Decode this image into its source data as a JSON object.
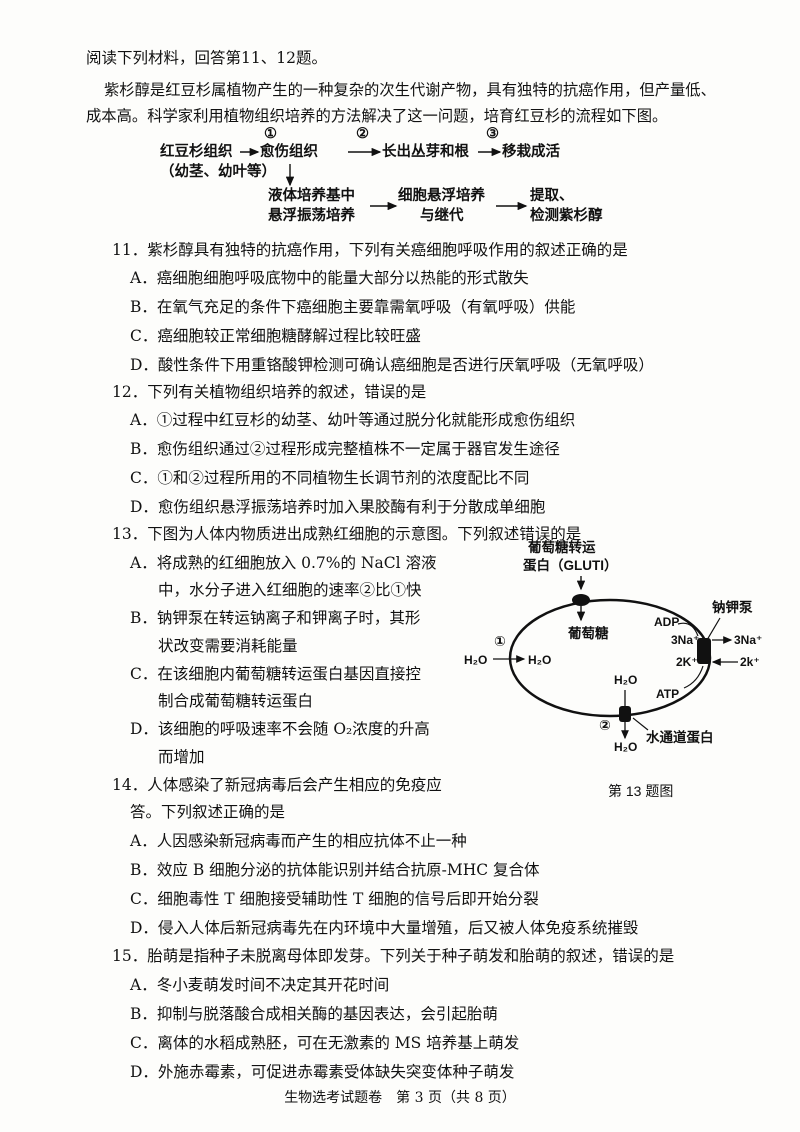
{
  "intro": "阅读下列材料，回答第11、12题。",
  "material": [
    "紫杉醇是红豆杉属植物产生的一种复杂的次生代谢产物，具有独特的抗癌作用，但产量低、",
    "成本高。科学家利用植物组织培养的方法解决了这一问题，培育红豆杉的流程如下图。"
  ],
  "flow": {
    "start": "红豆杉组织",
    "start_sub": "（幼茎、幼叶等）",
    "step1": "①",
    "step2": "②",
    "step3": "③",
    "callus": "愈伤组织",
    "shoots": "长出丛芽和根",
    "transplant": "移栽成活",
    "liquid1": "液体培养基中",
    "liquid2": "悬浮振荡培养",
    "cells1": "细胞悬浮培养",
    "cells2": "与继代",
    "extract1": "提取、",
    "extract2": "检测紫杉醇"
  },
  "q11": {
    "stem": "11．紫杉醇具有独特的抗癌作用，下列有关癌细胞呼吸作用的叙述正确的是",
    "A": "A．癌细胞细胞呼吸底物中的能量大部分以热能的形式散失",
    "B": "B．在氧气充足的条件下癌细胞主要靠需氧呼吸（有氧呼吸）供能",
    "C": "C．癌细胞较正常细胞糖酵解过程比较旺盛",
    "D": "D．酸性条件下用重铬酸钾检测可确认癌细胞是否进行厌氧呼吸（无氧呼吸）"
  },
  "q12": {
    "stem": "12．下列有关植物组织培养的叙述，错误的是",
    "A": "A．①过程中红豆杉的幼茎、幼叶等通过脱分化就能形成愈伤组织",
    "B": "B．愈伤组织通过②过程形成完整植株不一定属于器官发生途径",
    "C": "C．①和②过程所用的不同植物生长调节剂的浓度配比不同",
    "D": "D．愈伤组织悬浮振荡培养时加入果胶酶有利于分散成单细胞"
  },
  "q13": {
    "stem": "13．下图为人体内物质进出成熟红细胞的示意图。下列叙述错误的是",
    "A1": "A．将成熟的红细胞放入 0.7%的 NaCl 溶液",
    "A2": "中，水分子进入红细胞的速率②比①快",
    "B1": "B．钠钾泵在转运钠离子和钾离子时，其形",
    "B2": "状改变需要消耗能量",
    "C1": "C．在该细胞内葡萄糖转运蛋白基因直接控",
    "C2": "制合成葡萄糖转运蛋白",
    "D1": "D．该细胞的呼吸速率不会随 O₂浓度的升高",
    "D2": "而增加"
  },
  "figure13": {
    "glut_label1": "葡萄糖转运",
    "glut_label2": "蛋白（GLUTI）",
    "glucose": "葡萄糖",
    "pump": "钠钾泵",
    "adp": "ADP",
    "atp": "ATP",
    "na_in": "3Na⁺",
    "na_out": "3Na⁺",
    "k_in": "2K⁺",
    "k_out": "2k⁺",
    "h2o": "H₂O",
    "mark1": "①",
    "mark2": "②",
    "aquaporin": "水通道蛋白",
    "caption": "第 13 题图"
  },
  "q14": {
    "stem1": "14．人体感染了新冠病毒后会产生相应的免疫应",
    "stem2": "答。下列叙述正确的是",
    "A": "A．人因感染新冠病毒而产生的相应抗体不止一种",
    "B": "B．效应 B 细胞分泌的抗体能识别并结合抗原-MHC 复合体",
    "C": "C．细胞毒性 T 细胞接受辅助性 T 细胞的信号后即开始分裂",
    "D": "D．侵入人体后新冠病毒先在内环境中大量增殖，后又被人体免疫系统摧毁"
  },
  "q15": {
    "stem": "15．胎萌是指种子未脱离母体即发芽。下列关于种子萌发和胎萌的叙述，错误的是",
    "A": "A．冬小麦萌发时间不决定其开花时间",
    "B": "B．抑制与脱落酸合成相关酶的基因表达，会引起胎萌",
    "C": "C．离体的水稻成熟胚，可在无激素的 MS 培养基上萌发",
    "D": "D．外施赤霉素，可促进赤霉素受体缺失突变体种子萌发"
  },
  "footer": "生物选考试题卷　第 3 页（共 8 页）"
}
